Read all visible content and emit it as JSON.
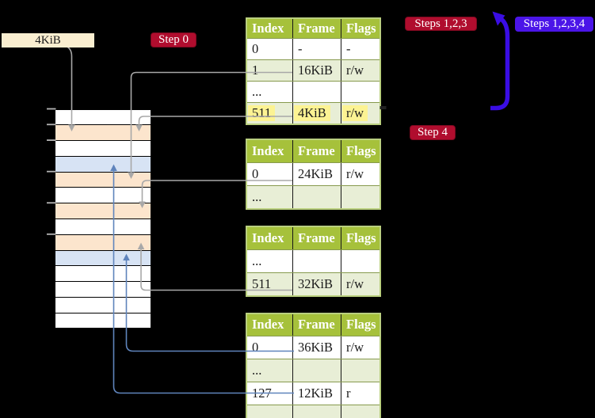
{
  "colors": {
    "table_header_green": "#a6c13b",
    "table_row_alt_green": "#e8eed6",
    "table_border_outer": "#bad07f",
    "table_grid_olive": "#879a4e",
    "table_grid_dark": "#161616",
    "memory_orange": "#fce5cd",
    "memory_blue": "#d7e3f4",
    "memory_white": "#ffffff",
    "highlight_yellow": "#fcf393",
    "badge_red": "#b00d2e",
    "badge_red_border": "#7d0920",
    "badge_blue": "#4b15e8",
    "arrow_gray": "#a8a8a8",
    "arrow_blue": "#5f84bc",
    "big_arrow_blue": "#3a0de4",
    "frame_label_bg": "#faeed0",
    "tick_gray": "#b5b5b5"
  },
  "frame_label": {
    "text": "4KiB"
  },
  "badges": {
    "step0": {
      "label": "Step 0"
    },
    "steps123": {
      "label": "Steps 1,2,3"
    },
    "steps1234": {
      "label": "Steps 1,2,3,4"
    },
    "step4": {
      "label": "Step 4"
    }
  },
  "memory_column": {
    "rows": [
      "white",
      "orange",
      "white",
      "blue",
      "orange",
      "white",
      "orange",
      "white",
      "orange",
      "blue",
      "white",
      "white",
      "white",
      "white"
    ],
    "tick_boundaries": [
      0,
      1,
      2,
      4,
      6,
      8
    ]
  },
  "page_tables": [
    {
      "id": "page-table-1",
      "columns": [
        "Index",
        "Frame",
        "Flags"
      ],
      "rows": [
        {
          "cells": [
            "0",
            "-",
            "-"
          ]
        },
        {
          "cells": [
            "1",
            "16KiB",
            "r/w"
          ]
        },
        {
          "cells": [
            "...",
            "",
            ""
          ]
        },
        {
          "cells": [
            "511",
            "4KiB",
            "r/w"
          ],
          "highlight": true
        }
      ]
    },
    {
      "id": "page-table-2",
      "columns": [
        "Index",
        "Frame",
        "Flags"
      ],
      "rows": [
        {
          "cells": [
            "0",
            "24KiB",
            "r/w"
          ]
        },
        {
          "cells": [
            "...",
            "",
            ""
          ]
        }
      ]
    },
    {
      "id": "page-table-3",
      "columns": [
        "Index",
        "Frame",
        "Flags"
      ],
      "rows": [
        {
          "cells": [
            "...",
            "",
            ""
          ]
        },
        {
          "cells": [
            "511",
            "32KiB",
            "r/w"
          ]
        }
      ]
    },
    {
      "id": "page-table-4",
      "columns": [
        "Index",
        "Frame",
        "Flags"
      ],
      "rows": [
        {
          "cells": [
            "0",
            "36KiB",
            "r/w"
          ]
        },
        {
          "cells": [
            "...",
            "",
            ""
          ]
        },
        {
          "cells": [
            "127",
            "12KiB",
            "r"
          ]
        },
        {
          "cells": [
            "...",
            "",
            ""
          ]
        }
      ]
    }
  ]
}
